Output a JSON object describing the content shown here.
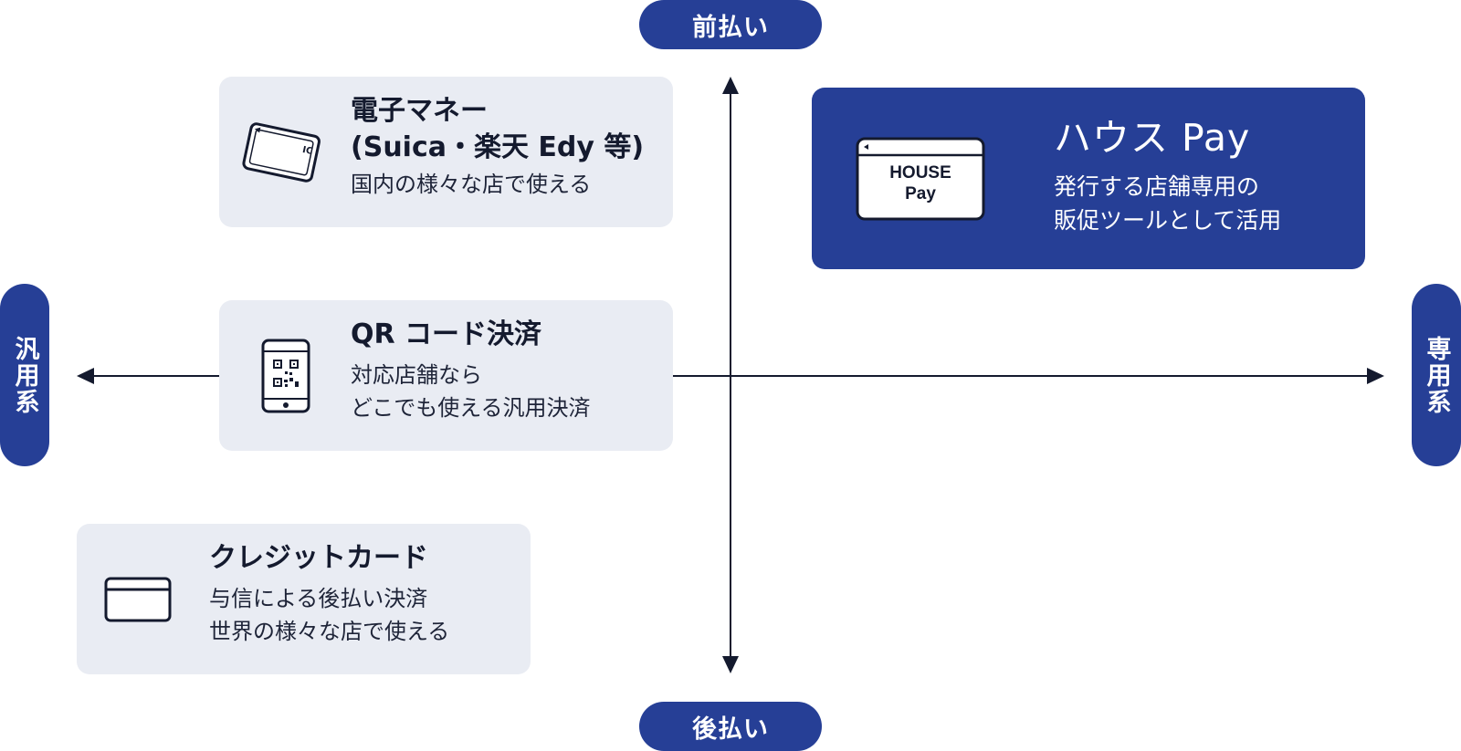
{
  "axes": {
    "top": "前払い",
    "bottom": "後払い",
    "left": "汎用系",
    "right": "専用系"
  },
  "cards": {
    "emoney": {
      "title_line1": "電子マネー",
      "title_line2": "(Suica・楽天 Edy 等)",
      "desc_line1": "国内の様々な店で使える",
      "icon": "ic-card-icon"
    },
    "housepay": {
      "title": "ハウス Pay",
      "desc_line1": "発行する店舗専用の",
      "desc_line2": "販促ツールとして活用",
      "icon": "house-pay-card-icon",
      "icon_text_line1": "HOUSE",
      "icon_text_line2": "Pay"
    },
    "qr": {
      "title": "QR コード決済",
      "desc_line1": "対応店舗なら",
      "desc_line2": "どこでも使える汎用決済",
      "icon": "smartphone-qr-icon"
    },
    "credit": {
      "title": "クレジットカード",
      "desc_line1": "与信による後払い決済",
      "desc_line2": "世界の様々な店で使える",
      "icon": "credit-card-icon"
    }
  },
  "colors": {
    "accent": "#263f96",
    "card_bg": "#e9ecf3",
    "axis": "#141a2e"
  }
}
